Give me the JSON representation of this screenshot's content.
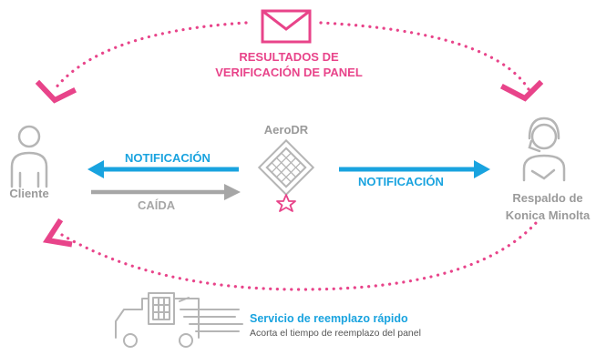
{
  "cycle_title": [
    "RESULTADOS DE",
    "VERIFICACIÓN DE PANEL"
  ],
  "nodes": {
    "client": "Cliente",
    "detector": "AeroDR",
    "support": [
      "Respaldo de",
      "Konica Minolta"
    ]
  },
  "arrows": {
    "notify_left": "NOTIFICACIÓN",
    "fall": "CAÍDA",
    "notify_right": "NOTIFICACIÓN"
  },
  "service": {
    "title": "Servicio de reemplazo rápido",
    "subtitle": "Acorta el tiempo de reemplazo del panel"
  },
  "colors": {
    "pink": "#e8448a",
    "blue": "#19a3df",
    "grey": "#a6a6a6",
    "icon_grey": "#b5b5b5"
  },
  "icons": [
    "envelope-icon",
    "person-icon",
    "detector-panel-icon",
    "star-icon",
    "support-agent-icon",
    "delivery-truck-icon"
  ]
}
